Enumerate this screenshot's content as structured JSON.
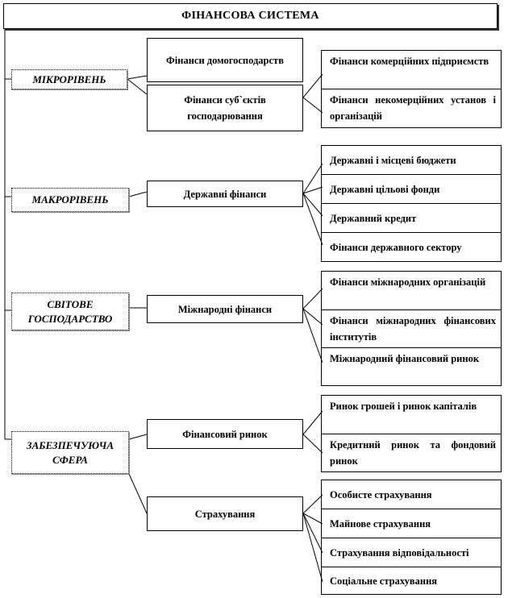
{
  "title": "ФІНАНСОВА СИСТЕМА",
  "levels": [
    {
      "label": "МІКРОРІВЕНЬ",
      "items": [
        {
          "label": "Фінанси домогосподарств",
          "children": []
        },
        {
          "label": "Фінанси суб`єктів господарювання",
          "children": [
            "Фінанси комерційних підприємств",
            "Фінанси некомерційних установ і організацій"
          ]
        }
      ]
    },
    {
      "label": "МАКРОРІВЕНЬ",
      "items": [
        {
          "label": "Державні фінанси",
          "children": [
            "Державні і місцеві бюджети",
            "Державні цільові фонди",
            "Державний кредит",
            "Фінанси державного сектору"
          ]
        }
      ]
    },
    {
      "label": "СВІТОВЕ ГОСПОДАРСТВО",
      "items": [
        {
          "label": "Міжнародні фінанси",
          "children": [
            "Фінанси міжнародних організацій",
            "Фінанси міжнародних фінансових інститутів",
            "Міжнародний фінансовий ринок"
          ]
        }
      ]
    },
    {
      "label": "ЗАБЕЗПЕЧУЮЧА СФЕРА",
      "items": [
        {
          "label": "Фінансовий ринок",
          "children": [
            "Ринок грошей і ринок капіталів",
            "Кредитний ринок та фондовий ринок"
          ]
        },
        {
          "label": "Страхування",
          "children": [
            "Особисте страхування",
            "Майнове страхування",
            "Страхування відповідальності",
            "Соціальне страхування"
          ]
        }
      ]
    }
  ]
}
